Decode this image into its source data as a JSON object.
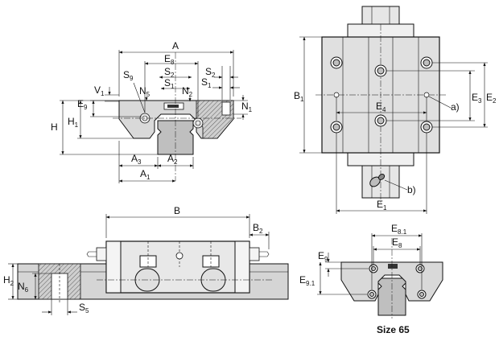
{
  "labels": {
    "a": "A",
    "e8": "E",
    "e8_sub": "8",
    "s2": "S",
    "s2_sub": "2",
    "s1": "S",
    "s1_sub": "1",
    "s9": "S",
    "s9_sub": "9",
    "n5": "N",
    "n5_sub": "5",
    "n2": "N",
    "n2_sub": "2",
    "v1": "V",
    "v1_sub": "1",
    "e9": "E",
    "e9_sub": "9",
    "h": "H",
    "h1": "H",
    "h1_sub": "1",
    "n1": "N",
    "n1_sub": "1",
    "a3": "A",
    "a3_sub": "3",
    "a2": "A",
    "a2_sub": "2",
    "a1": "A",
    "a1_sub": "1",
    "b1": "B",
    "b1_sub": "1",
    "e4": "E",
    "e4_sub": "4",
    "e3": "E",
    "e3_sub": "3",
    "e2": "E",
    "e2_sub": "2",
    "e1": "E",
    "e1_sub": "1",
    "note_a": "a)",
    "note_b": "b)",
    "b": "B",
    "b2": "B",
    "b2_sub": "2",
    "h2": "H",
    "h2_sub": "2",
    "n6": "N",
    "n6_sub": "6",
    "s5": "S",
    "s5_sub": "5",
    "e81": "E",
    "e81_sub": "8.1",
    "e8b": "E",
    "e8b_sub": "8",
    "e9b": "E",
    "e9b_sub": "9",
    "e91": "E",
    "e91_sub": "9.1",
    "size_caption": "Size 65"
  },
  "colors": {
    "line": "#111111",
    "fill_light": "#d9d9d9",
    "fill_mid": "#bfbfbf",
    "background": "#ffffff"
  },
  "icons": [
    "dimension-arrow",
    "screw-hole",
    "lube-nipple",
    "roller"
  ]
}
